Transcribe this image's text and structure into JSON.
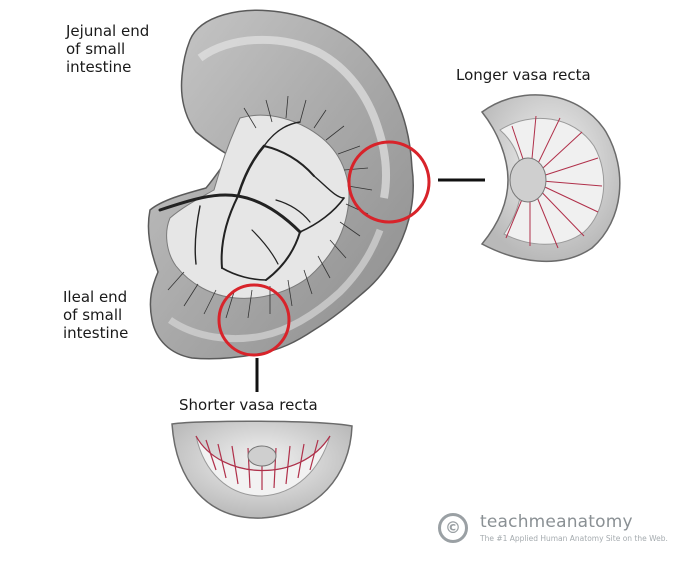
{
  "labels": {
    "jejunal": [
      "Jejunal end",
      "of small",
      "intestine"
    ],
    "ileal": [
      "Ileal end",
      "of small",
      "intestine"
    ],
    "longer": "Longer vasa recta",
    "shorter": "Shorter vasa recta"
  },
  "logo": {
    "mark": "©",
    "name": "teachmeanatomy",
    "tagline": "The #1 Applied Human Anatomy Site on the Web."
  },
  "colors": {
    "highlight_circle": "#d8232a",
    "connector": "#111111",
    "vessel_red": "#b0304a",
    "tissue_gray": "#8e8e8e"
  }
}
